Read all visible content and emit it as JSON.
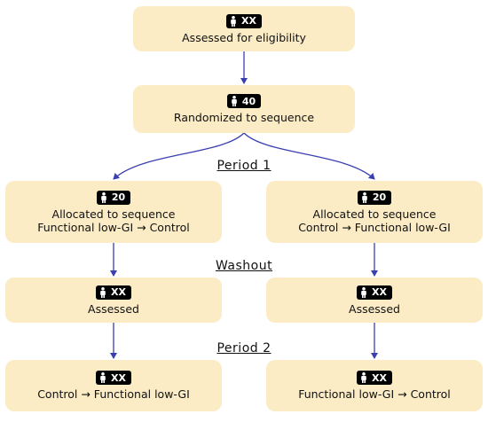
{
  "nodes": {
    "eligibility": {
      "count": "XX",
      "label": "Assessed for eligibility"
    },
    "randomized": {
      "count": "40",
      "label": "Randomized to sequence"
    },
    "alloc_left": {
      "count": "20",
      "line1": "Allocated to sequence",
      "line2": "Functional low-GI → Control"
    },
    "alloc_right": {
      "count": "20",
      "line1": "Allocated to sequence",
      "line2": "Control → Functional low-GI"
    },
    "assessed_left": {
      "count": "XX",
      "label": "Assessed"
    },
    "assessed_right": {
      "count": "XX",
      "label": "Assessed"
    },
    "final_left": {
      "count": "XX",
      "label": "Control → Functional low-GI"
    },
    "final_right": {
      "count": "XX",
      "label": "Functional low-GI → Control"
    }
  },
  "periods": {
    "period1": "Period 1",
    "washout": "Washout",
    "period2": "Period 2"
  },
  "colors": {
    "box": "#fbecc6",
    "arrow": "#3a3fb0",
    "badge": "#000000"
  },
  "icons": {
    "participant": "person-icon"
  }
}
